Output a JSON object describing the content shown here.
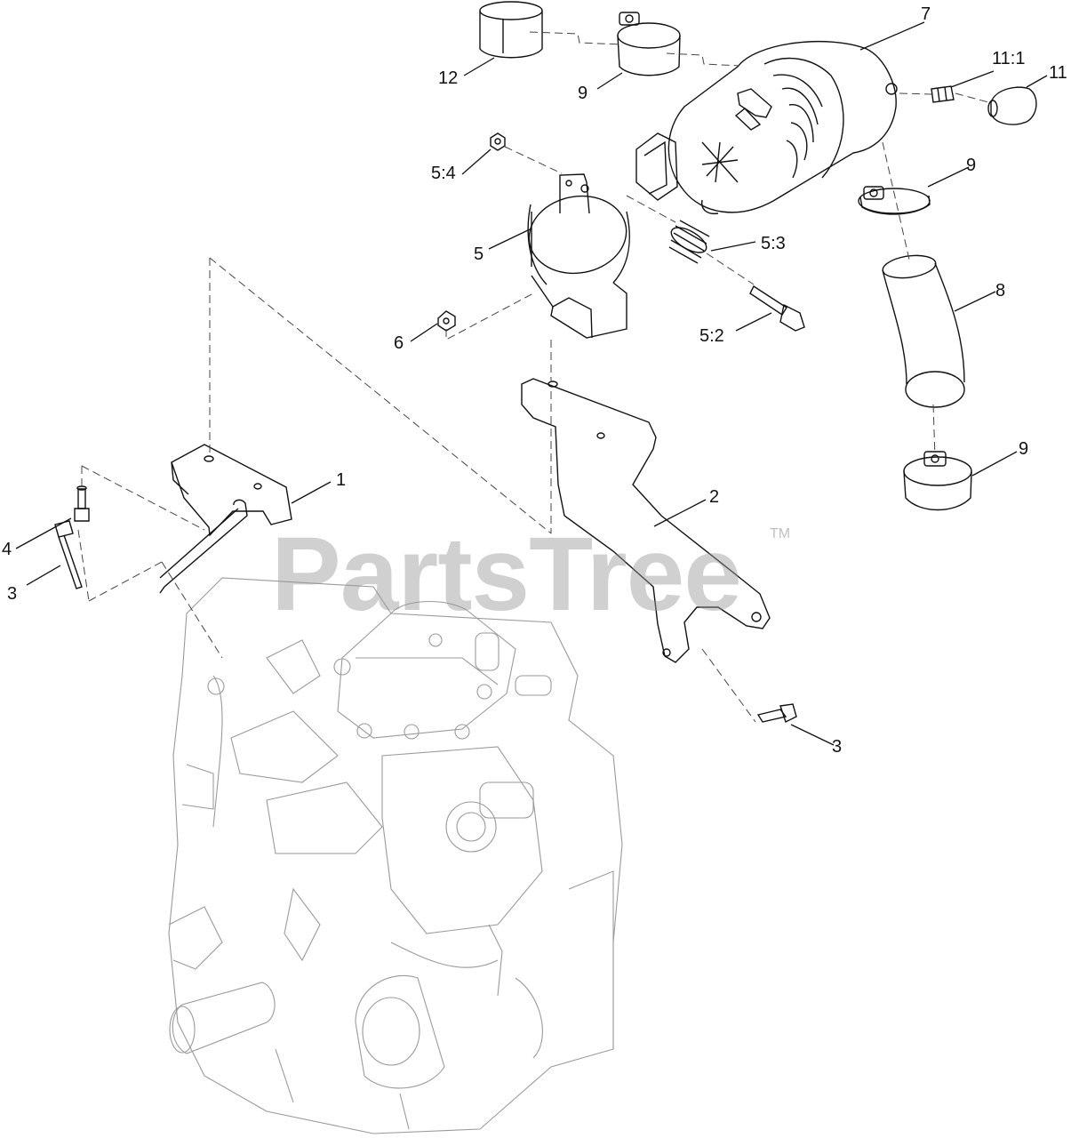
{
  "watermark": {
    "brand": "PartsTree",
    "trademark": "TM"
  },
  "labels": [
    {
      "id": "7",
      "text": "7"
    },
    {
      "id": "11-1",
      "text": "11:1"
    },
    {
      "id": "11",
      "text": "11"
    },
    {
      "id": "12",
      "text": "12"
    },
    {
      "id": "9-top",
      "text": "9"
    },
    {
      "id": "9-mid",
      "text": "9"
    },
    {
      "id": "5-4",
      "text": "5:4"
    },
    {
      "id": "5-3",
      "text": "5:3"
    },
    {
      "id": "5",
      "text": "5"
    },
    {
      "id": "8",
      "text": "8"
    },
    {
      "id": "6",
      "text": "6"
    },
    {
      "id": "5-2",
      "text": "5:2"
    },
    {
      "id": "9-bottom",
      "text": "9"
    },
    {
      "id": "1",
      "text": "1"
    },
    {
      "id": "2",
      "text": "2"
    },
    {
      "id": "4",
      "text": "4"
    },
    {
      "id": "3-left",
      "text": "3"
    },
    {
      "id": "3-right",
      "text": "3"
    }
  ]
}
